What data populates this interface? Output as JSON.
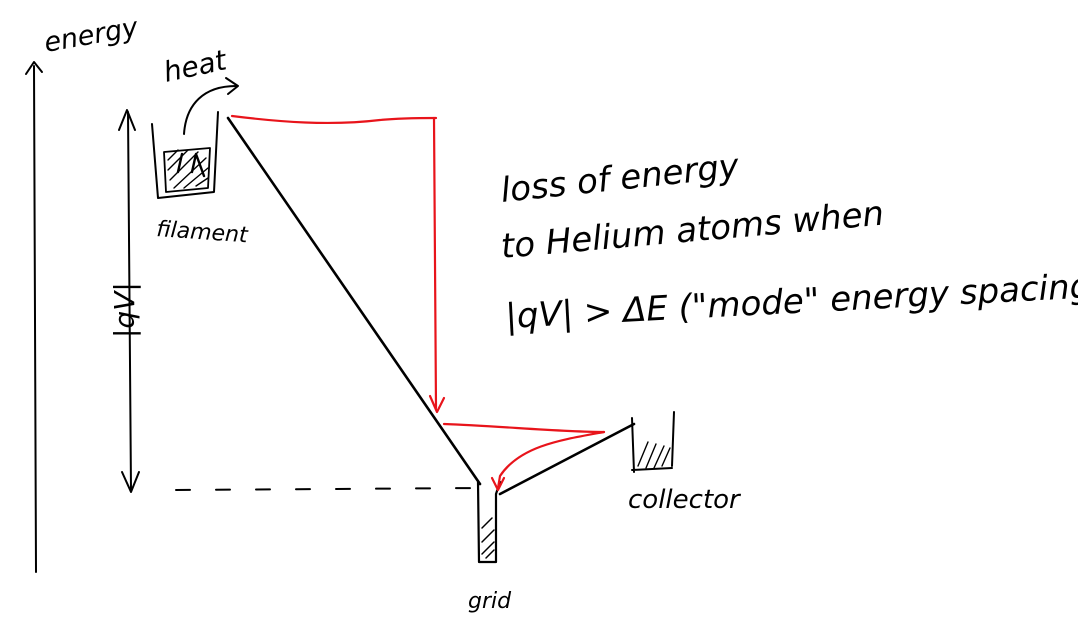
{
  "labels": {
    "energy": "energy",
    "heat": "heat",
    "filament": "filament",
    "qv": "|qV|",
    "grid": "grid",
    "collector": "collector"
  },
  "note": {
    "line1": "loss of energy",
    "line2": "to Helium atoms when",
    "line3": "|qV| > ΔE (\"mode\" energy spacing)"
  },
  "colors": {
    "ink": "#000000",
    "electron_path": "#e8141b"
  }
}
